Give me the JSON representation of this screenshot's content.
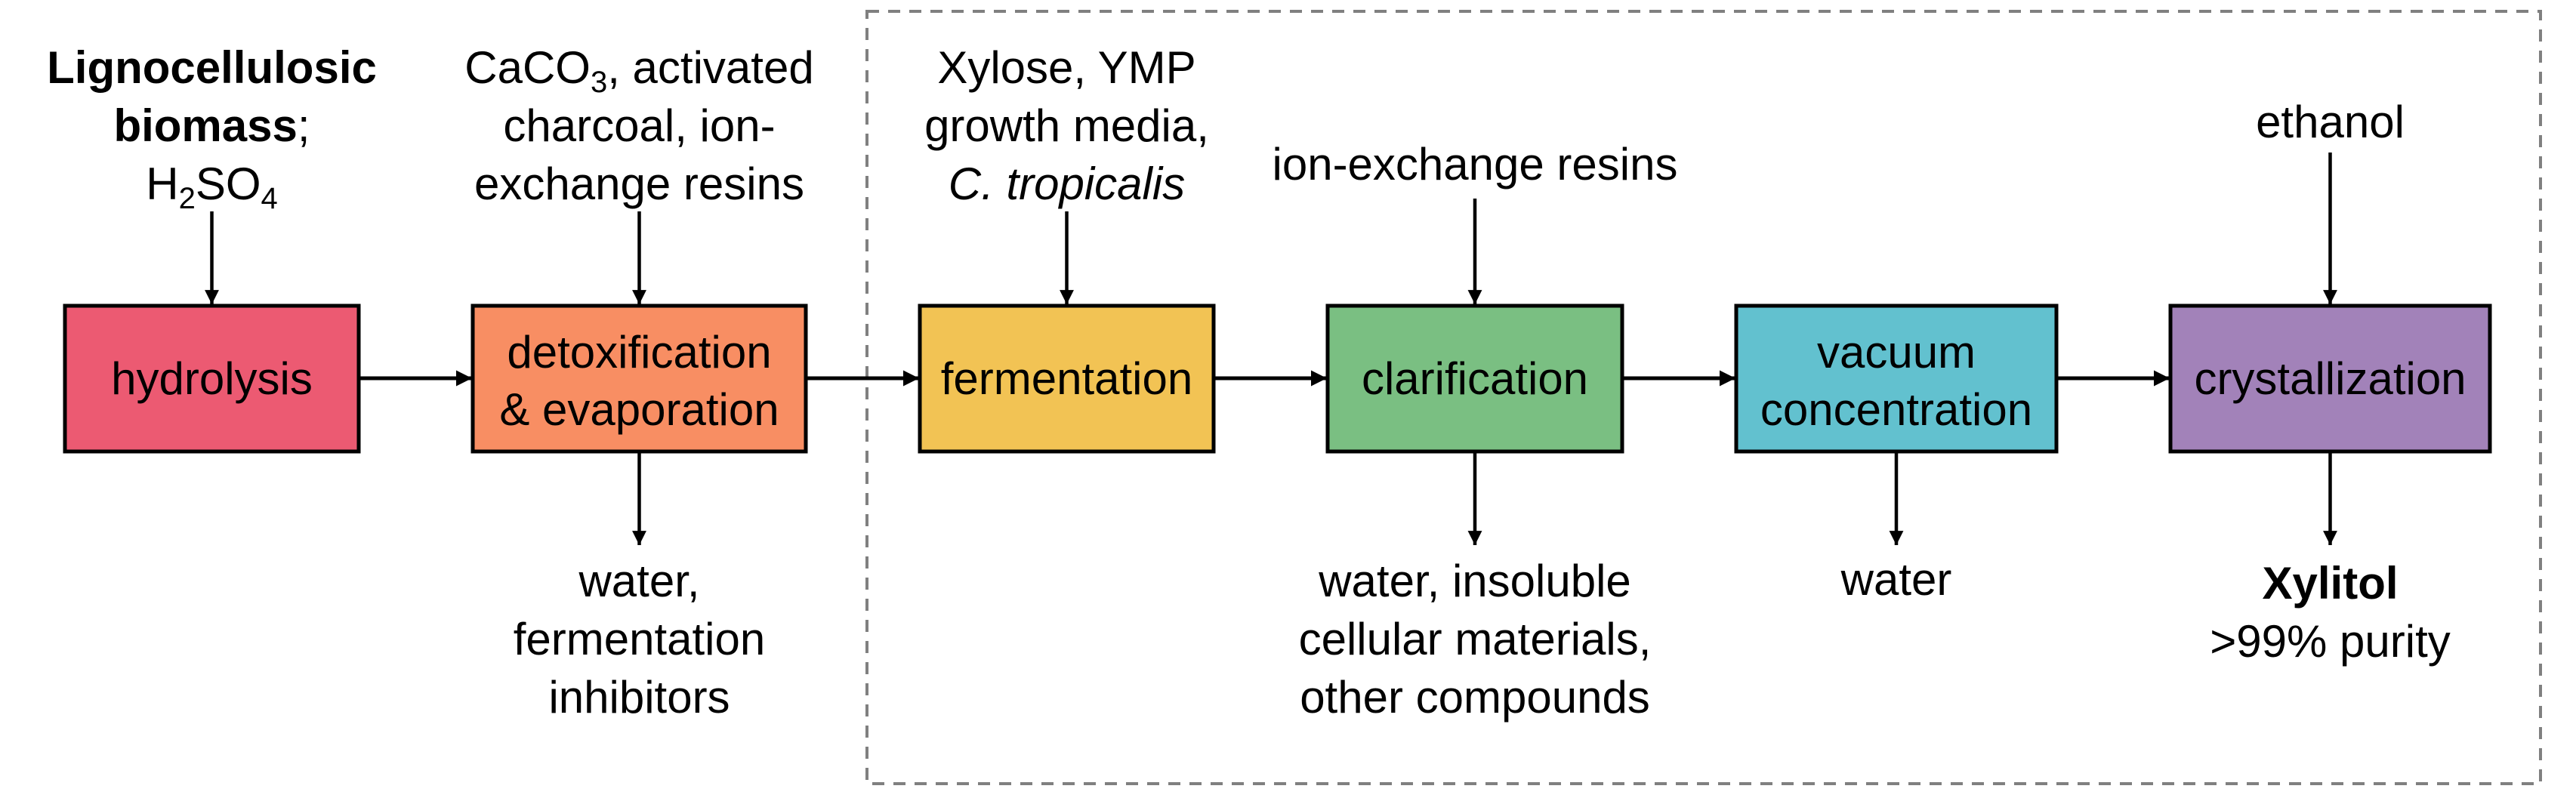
{
  "diagram": {
    "type": "process-flow",
    "steps": [
      {
        "id": "hydrolysis",
        "label": [
          "hydrolysis"
        ],
        "color": "#EC5A72",
        "inputs": [
          [
            {
              "text": "Lignocellulosic",
              "bold": true
            }
          ],
          [
            {
              "text": "biomass",
              "bold": true
            },
            {
              "text": ";"
            }
          ],
          [
            {
              "text": "H"
            },
            {
              "text": "2",
              "sub": true
            },
            {
              "text": "SO"
            },
            {
              "text": "4",
              "sub": true
            }
          ]
        ],
        "outputs": []
      },
      {
        "id": "detoxification",
        "label": [
          "detoxification",
          "& evaporation"
        ],
        "color": "#F88E63",
        "inputs": [
          [
            {
              "text": "CaCO"
            },
            {
              "text": "3",
              "sub": true
            },
            {
              "text": ", activated"
            }
          ],
          [
            {
              "text": "charcoal, ion-"
            }
          ],
          [
            {
              "text": "exchange resins"
            }
          ]
        ],
        "outputs": [
          [
            {
              "text": "water,"
            }
          ],
          [
            {
              "text": "fermentation"
            }
          ],
          [
            {
              "text": "inhibitors"
            }
          ]
        ]
      },
      {
        "id": "fermentation",
        "label": [
          "fermentation"
        ],
        "color": "#F2C354",
        "inputs": [
          [
            {
              "text": "Xylose, YMP"
            }
          ],
          [
            {
              "text": "growth media,"
            }
          ],
          [
            {
              "text": "C. tropicalis",
              "italic": true
            }
          ]
        ],
        "outputs": []
      },
      {
        "id": "clarification",
        "label": [
          "clarification"
        ],
        "color": "#7ABF82",
        "inputs": [
          [
            {
              "text": "ion-exchange resins"
            }
          ]
        ],
        "outputs": [
          [
            {
              "text": "water, insoluble"
            }
          ],
          [
            {
              "text": "cellular materials,"
            }
          ],
          [
            {
              "text": "other compounds"
            }
          ]
        ]
      },
      {
        "id": "vacuum-concentration",
        "label": [
          "vacuum",
          "concentration"
        ],
        "color": "#62C1CF",
        "inputs": [],
        "outputs": [
          [
            {
              "text": "water"
            }
          ]
        ]
      },
      {
        "id": "crystallization",
        "label": [
          "crystallization"
        ],
        "color": "#A282B9",
        "inputs": [
          [
            {
              "text": "ethanol"
            }
          ]
        ],
        "outputs": [
          [
            {
              "text": "Xylitol",
              "bold": true
            }
          ],
          [
            {
              "text": ">99% purity"
            }
          ]
        ]
      }
    ],
    "grouped_steps": [
      "fermentation",
      "clarification",
      "vacuum-concentration",
      "crystallization"
    ],
    "group_border_color": "#808080"
  }
}
